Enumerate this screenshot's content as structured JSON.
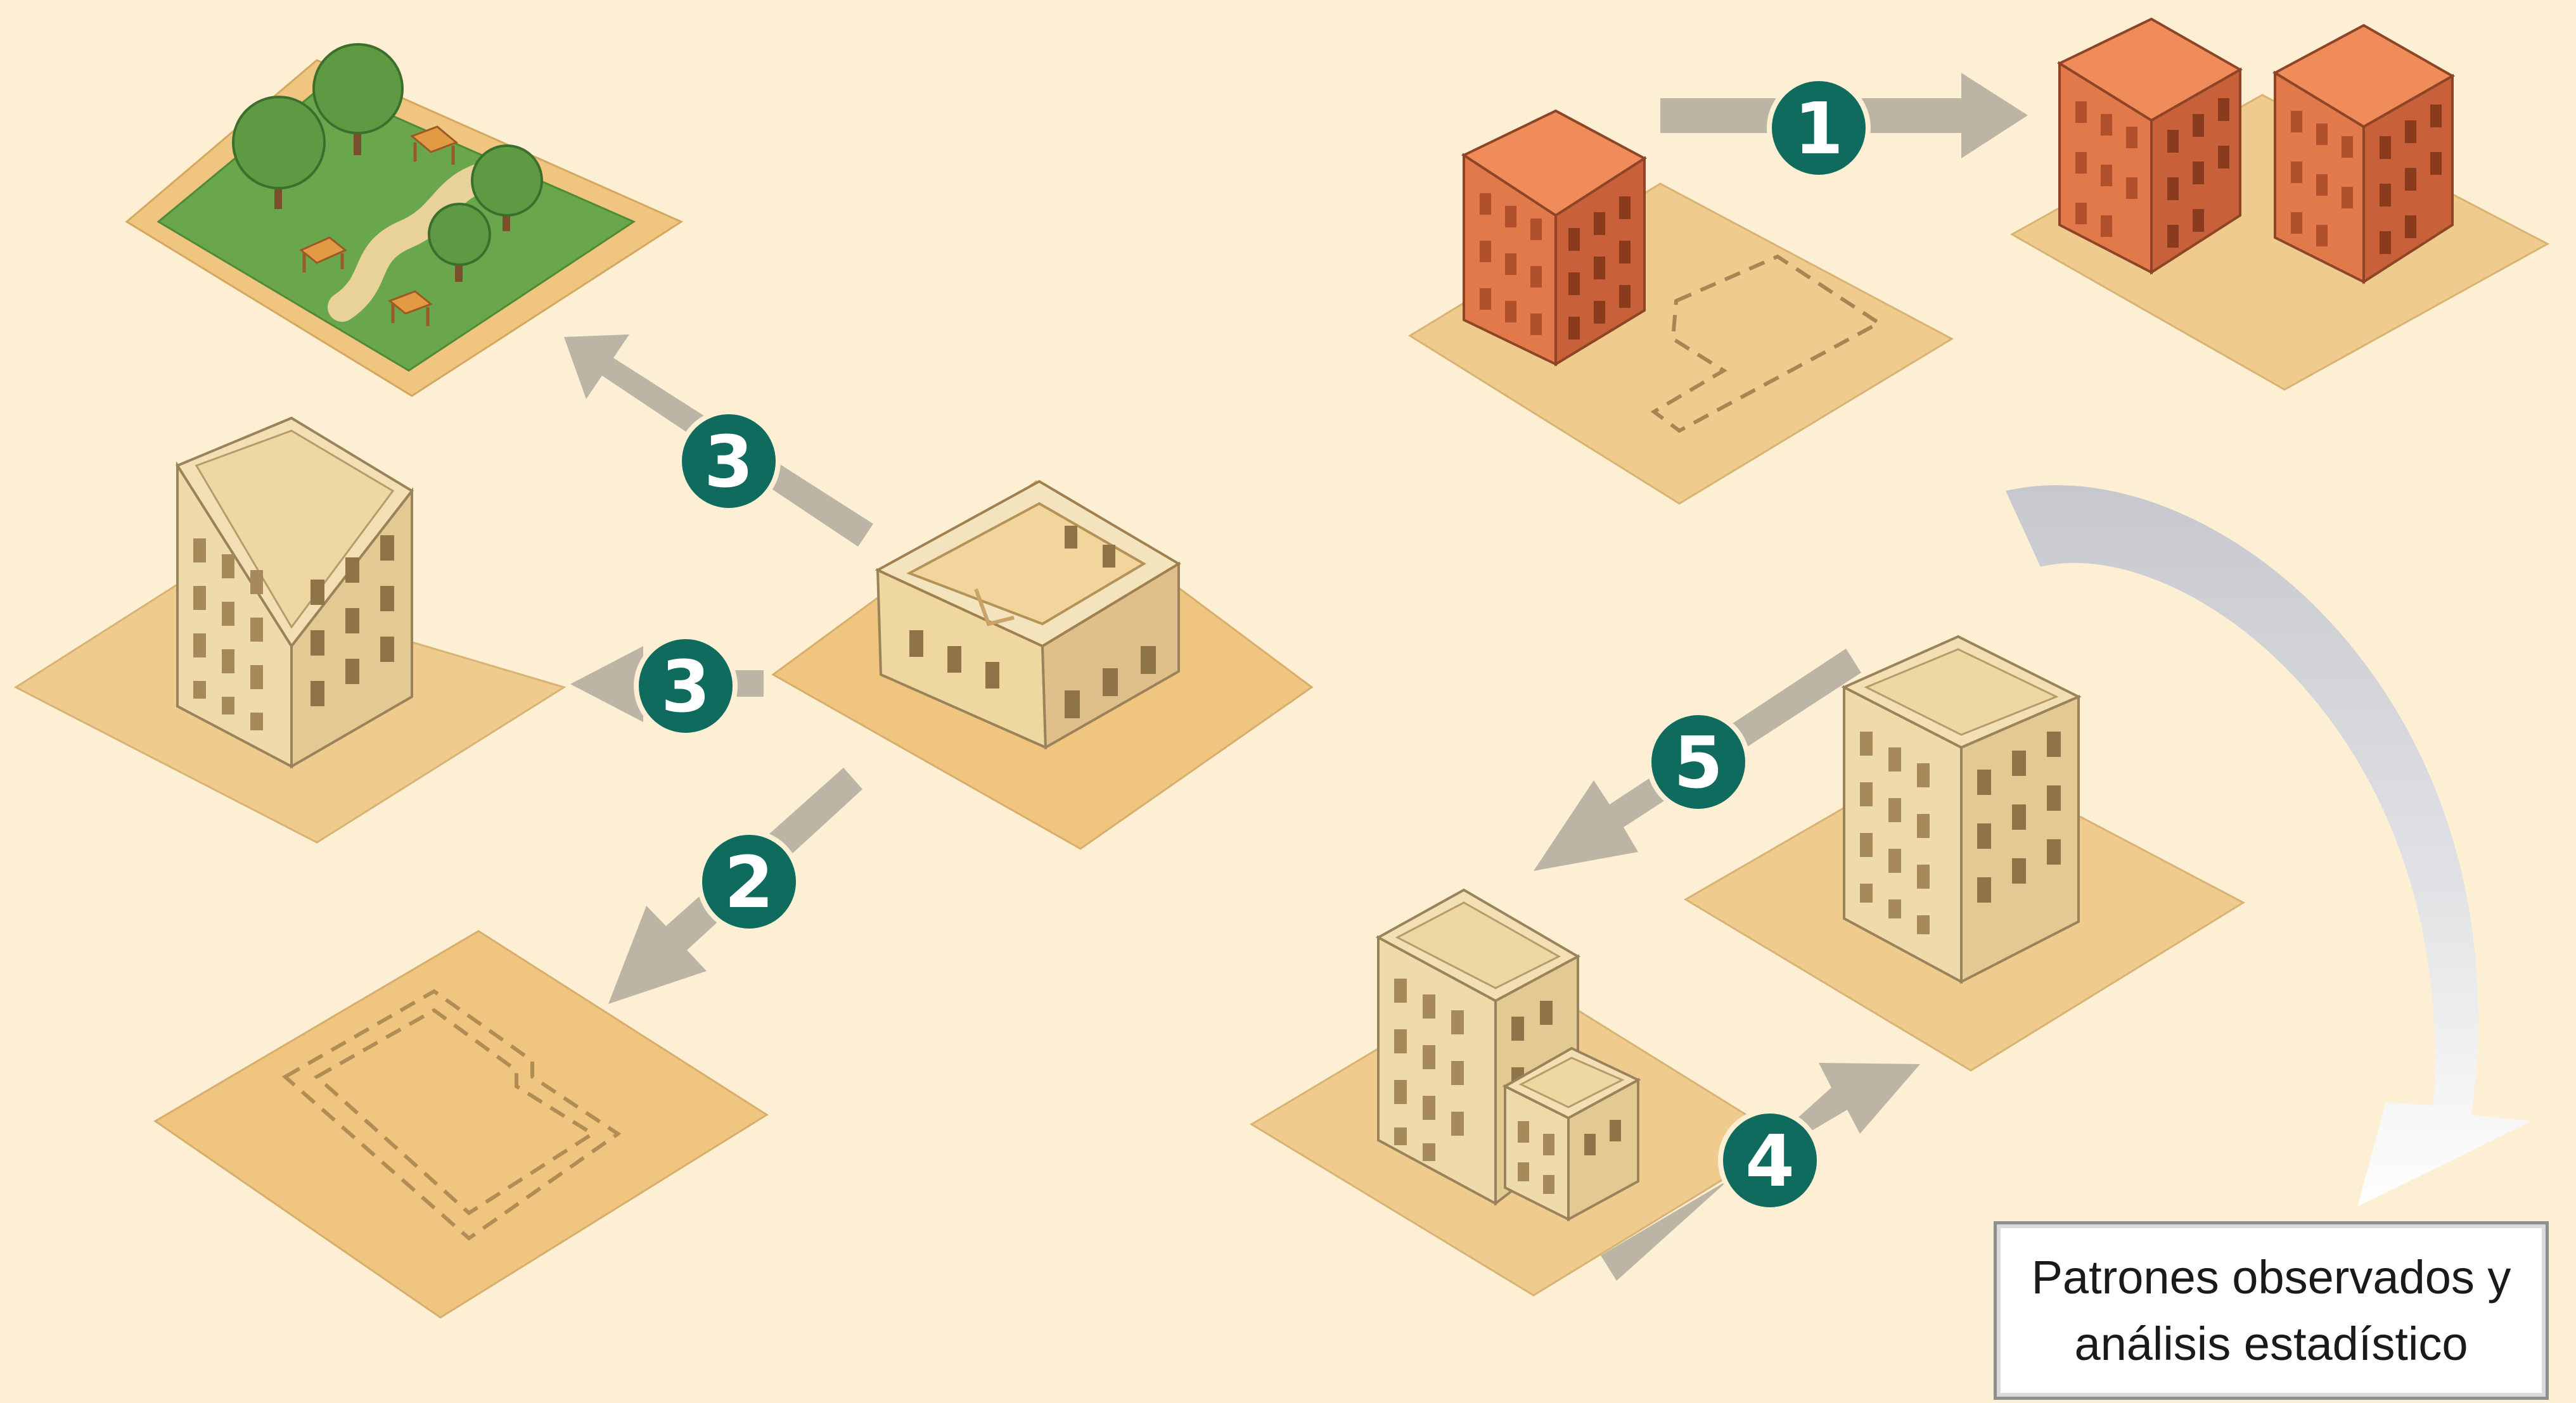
{
  "steps": [
    {
      "id": "step-1",
      "number": "1"
    },
    {
      "id": "step-2",
      "number": "2"
    },
    {
      "id": "step-3-park",
      "number": "3"
    },
    {
      "id": "step-3-building",
      "number": "3"
    },
    {
      "id": "step-4",
      "number": "4"
    },
    {
      "id": "step-5",
      "number": "5"
    }
  ],
  "caption": {
    "line1": "Patrones observados y",
    "line2": "análisis estadístico"
  },
  "colors": {
    "background": "#fcefd3",
    "badge": "#0e6b5e",
    "arrow": "#bcb4a5",
    "orange_building": "#e2794a",
    "beige_building": "#efdba9",
    "grass": "#6aa64c",
    "lot": "#efcc8e"
  }
}
